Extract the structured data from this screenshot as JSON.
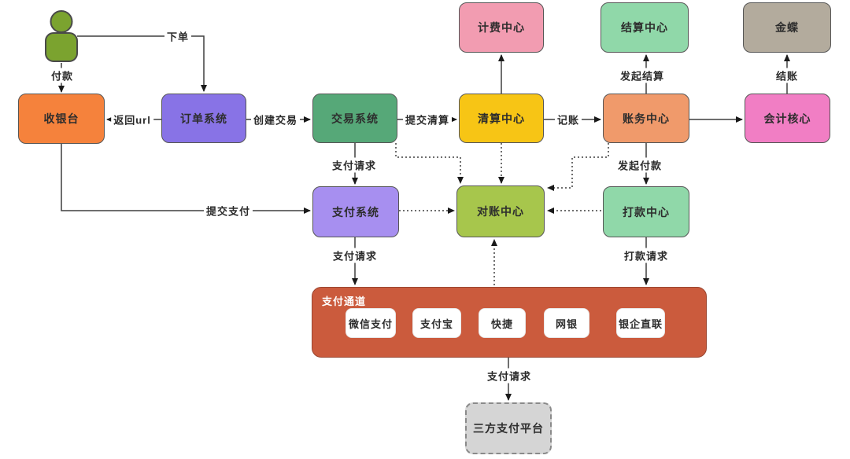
{
  "diagram": {
    "user_icon": {
      "name": "user-icon",
      "color": "#7BA32F"
    },
    "nodes": {
      "cashier": {
        "label": "收银台",
        "color": "#F5823C"
      },
      "order_system": {
        "label": "订单系统",
        "color": "#8873E6"
      },
      "trade_system": {
        "label": "交易系统",
        "color": "#56A878"
      },
      "billing_center": {
        "label": "计费中心",
        "color": "#F29CB1"
      },
      "clearing_center": {
        "label": "清算中心",
        "color": "#F7C515"
      },
      "settlement_center": {
        "label": "结算中心",
        "color": "#90D8A9"
      },
      "account_center": {
        "label": "账务中心",
        "color": "#F09A6B"
      },
      "kingdee": {
        "label": "金蝶",
        "color": "#B3AB9D"
      },
      "accounting_core": {
        "label": "会计核心",
        "color": "#F17EC4"
      },
      "payment_system": {
        "label": "支付系统",
        "color": "#A78FF0"
      },
      "reconciliation_center": {
        "label": "对账中心",
        "color": "#A7C64C"
      },
      "payout_center": {
        "label": "打款中心",
        "color": "#90D8A9"
      },
      "third_party_platform": {
        "label": "三方支付平台",
        "color": "#D5D5D5"
      }
    },
    "payment_channel": {
      "label": "支付通道",
      "color": "#CB5B3D",
      "items": [
        {
          "label": "微信支付"
        },
        {
          "label": "支付宝"
        },
        {
          "label": "快捷"
        },
        {
          "label": "网银"
        },
        {
          "label": "银企直联"
        }
      ]
    },
    "edge_labels": {
      "place_order": "下单",
      "pay": "付款",
      "return_url": "返回url",
      "create_trade": "创建交易",
      "submit_clearing": "提交清算",
      "bookkeeping": "记账",
      "initiate_settlement": "发起结算",
      "close_account": "结账",
      "payment_request_1": "支付请求",
      "submit_payment": "提交支付",
      "initiate_payment": "发起付款",
      "payment_request_2": "支付请求",
      "payout_request": "打款请求",
      "payment_request_3": "支付请求"
    },
    "style": {
      "line_color": "#3f3f3f"
    }
  }
}
